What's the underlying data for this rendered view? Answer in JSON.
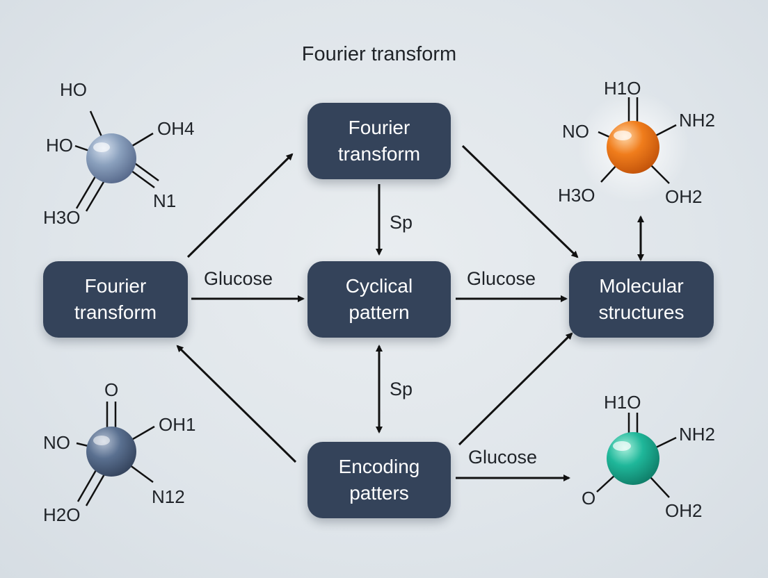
{
  "title": "Fourier transform",
  "nodes": {
    "top": [
      "Fourier",
      "transform"
    ],
    "left": [
      "Fourier",
      "transform"
    ],
    "center": [
      "Cyclical",
      "pattern"
    ],
    "right": [
      "Molecular",
      "structures"
    ],
    "bottom": [
      "Encoding",
      "patters"
    ]
  },
  "edge_labels": {
    "left_to_center": "Glucose",
    "center_to_right": "Glucose",
    "bottom_to_molecule": "Glucose",
    "top_to_center": "Sp",
    "center_bottom": "Sp"
  },
  "molecules": {
    "top_left": {
      "color": "#8aa0bd",
      "labels": [
        "HO",
        "HO",
        "OH4",
        "N1",
        "H3O"
      ]
    },
    "top_right": {
      "color": "#f07d1c",
      "labels": [
        "H1O",
        "NO",
        "NH2",
        "H3O",
        "OH2"
      ]
    },
    "bottom_left": {
      "color": "#5a7090",
      "labels": [
        "O",
        "NO",
        "OH1",
        "N12",
        "H2O"
      ]
    },
    "bottom_right": {
      "color": "#1fb79a",
      "labels": [
        "H1O",
        "NH2",
        "O",
        "OH2"
      ]
    }
  }
}
